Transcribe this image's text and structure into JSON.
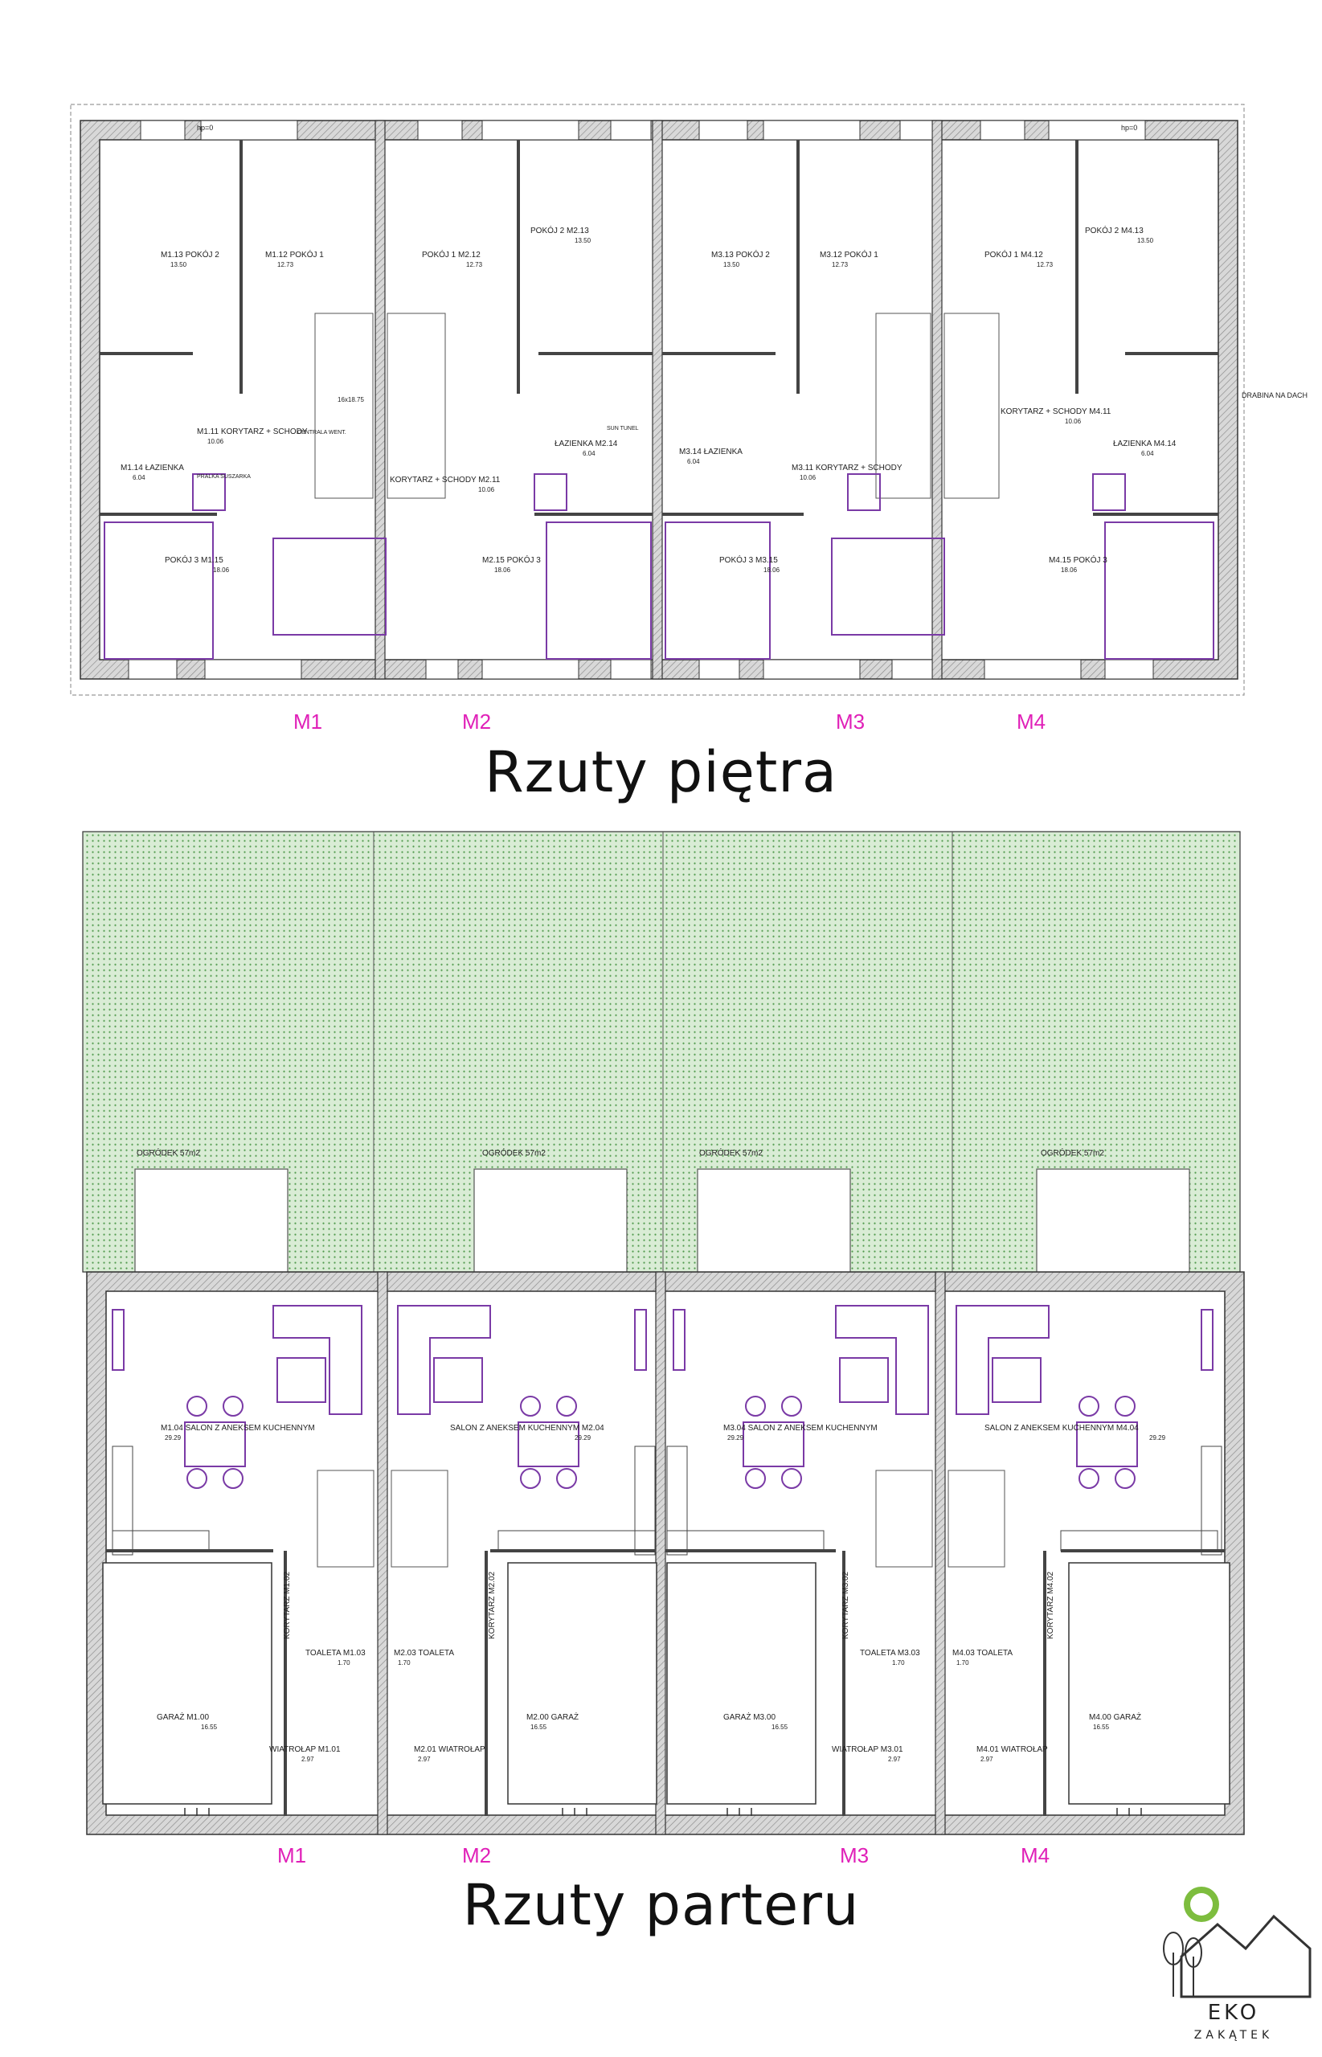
{
  "colors": {
    "wall": "#6a6a6a",
    "accent": "#7a3aa6",
    "label": "#e020b8",
    "garden": "#d7ead3",
    "gardenDot": "#5a9a55",
    "logoGreen": "#7dbd3e"
  },
  "floor_upper": {
    "title": "Rzuty piętra",
    "units": [
      "M1",
      "M2",
      "M3",
      "M4"
    ],
    "rooms": [
      {
        "name": "M1.13 POKÓJ 2",
        "area": "13.50"
      },
      {
        "name": "M1.12 POKÓJ 1",
        "area": "12.73"
      },
      {
        "name": "POKÓJ 1 M2.12",
        "area": "12.73"
      },
      {
        "name": "POKÓJ 2 M2.13",
        "area": "13.50"
      },
      {
        "name": "M3.13 POKÓJ 2",
        "area": "13.50"
      },
      {
        "name": "M3.12 POKÓJ 1",
        "area": "12.73"
      },
      {
        "name": "POKÓJ 1 M4.12",
        "area": "12.73"
      },
      {
        "name": "POKÓJ 2 M4.13",
        "area": "13.50"
      },
      {
        "name": "M1.11 KORYTARZ + SCHODY",
        "area": "10.06"
      },
      {
        "name": "KORYTARZ + SCHODY M2.11",
        "area": "10.06"
      },
      {
        "name": "M3.11 KORYTARZ + SCHODY",
        "area": "10.06"
      },
      {
        "name": "KORYTARZ + SCHODY M4.11",
        "area": "10.06"
      },
      {
        "name": "M1.14 ŁAZIENKA",
        "area": "6.04"
      },
      {
        "name": "ŁAZIENKA M2.14",
        "area": "6.04"
      },
      {
        "name": "M3.14 ŁAZIENKA",
        "area": "6.04"
      },
      {
        "name": "ŁAZIENKA M4.14",
        "area": "6.04"
      },
      {
        "name": "POKÓJ 3 M1.15",
        "area": "18.06"
      },
      {
        "name": "M2.15 POKÓJ 3",
        "area": "18.06"
      },
      {
        "name": "POKÓJ 3 M3.15",
        "area": "18.06"
      },
      {
        "name": "M4.15 POKÓJ 3",
        "area": "18.06"
      }
    ],
    "notes": {
      "hp": "hp=0",
      "ladder": "DRABINA NA DACH",
      "laundry": "PRALKA SUSZARKA",
      "vent": "CENTRALA WENT.",
      "tunnel": "SUN TUNEL",
      "stairs": "16x18.75"
    }
  },
  "floor_ground": {
    "title": "Rzuty parteru",
    "units": [
      "M1",
      "M2",
      "M3",
      "M4"
    ],
    "gardens": [
      "OGRÓDEK 57m2",
      "OGRÓDEK 57m2",
      "OGRÓDEK 57m2",
      "OGRÓDEK 57m2"
    ],
    "rooms": [
      {
        "name": "M1.04 SALON Z ANEKSEM KUCHENNYM",
        "area": "29.29"
      },
      {
        "name": "SALON Z ANEKSEM KUCHENNYM M2.04",
        "area": "29.29"
      },
      {
        "name": "M3.04 SALON Z ANEKSEM KUCHENNYM",
        "area": "29.29"
      },
      {
        "name": "SALON Z ANEKSEM KUCHENNYM M4.04",
        "area": "29.29"
      },
      {
        "name": "GARAŻ M1.00",
        "area": "16.55"
      },
      {
        "name": "M2.00 GARAŻ",
        "area": "16.55"
      },
      {
        "name": "GARAŻ M3.00",
        "area": "16.55"
      },
      {
        "name": "M4.00 GARAŻ",
        "area": "16.55"
      },
      {
        "name": "TOALETA M1.03",
        "area": "1.70"
      },
      {
        "name": "M2.03 TOALETA",
        "area": "1.70"
      },
      {
        "name": "TOALETA M3.03",
        "area": "1.70"
      },
      {
        "name": "M4.03 TOALETA",
        "area": "1.70"
      },
      {
        "name": "WIATROŁAP M1.01",
        "area": "2.97"
      },
      {
        "name": "M2.01 WIATROŁAP",
        "area": "2.97"
      },
      {
        "name": "WIATROŁAP M3.01",
        "area": "2.97"
      },
      {
        "name": "M4.01 WIATROŁAP",
        "area": "2.97"
      },
      {
        "name": "KORYTARZ M1.02",
        "area": ""
      },
      {
        "name": "KORYTARZ M2.02",
        "area": ""
      },
      {
        "name": "KORYTARZ M3.02",
        "area": ""
      },
      {
        "name": "KORYTARZ M4.02",
        "area": ""
      }
    ]
  },
  "logo": {
    "line1": "EKO",
    "line2": "ZAKĄTEK"
  }
}
